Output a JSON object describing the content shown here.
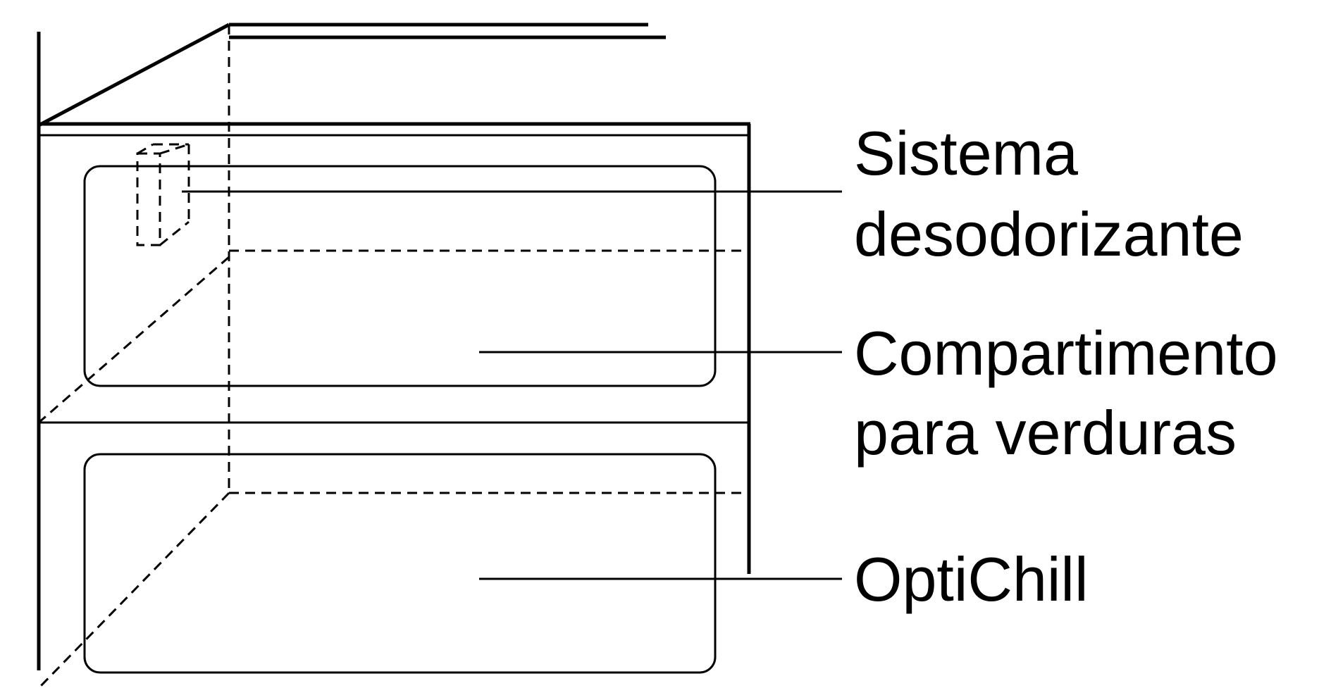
{
  "callouts": [
    {
      "id": "deodorizer",
      "lines": [
        "Sistema",
        "desodorizante"
      ]
    },
    {
      "id": "vegetable-drawer",
      "lines": [
        "Compartimento",
        "para verduras"
      ]
    },
    {
      "id": "optichill",
      "lines": [
        "OptiChill"
      ]
    }
  ],
  "colors": {
    "ink": "#000000",
    "background": "#ffffff"
  }
}
